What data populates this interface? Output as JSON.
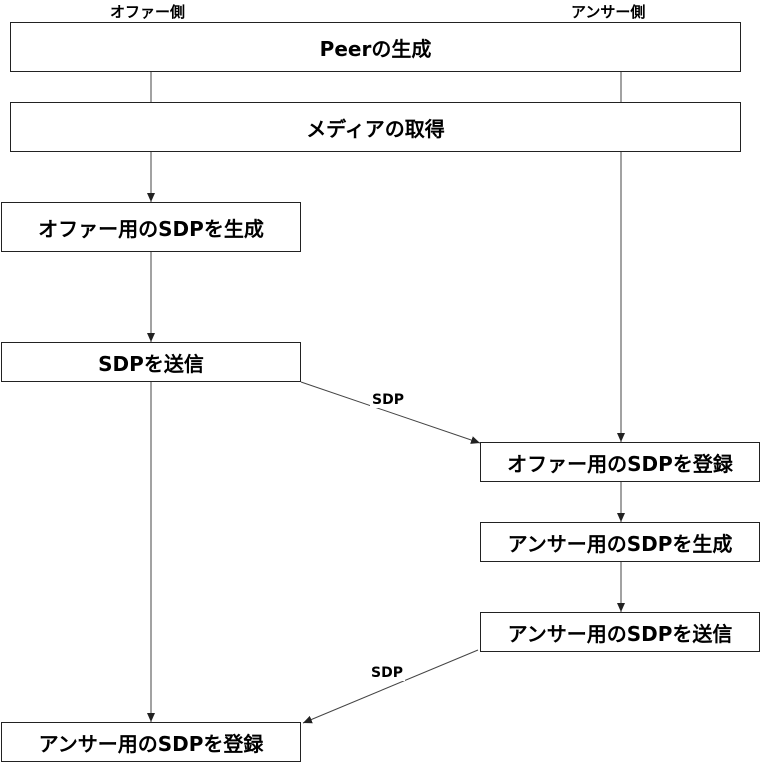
{
  "lanes": {
    "offer": "オファー側",
    "answer": "アンサー側"
  },
  "steps": {
    "peer_create": "Peerの生成",
    "get_media": "メディアの取得",
    "offer_create_sdp": "オファー用のSDPを生成",
    "offer_send_sdp": "SDPを送信",
    "answer_register_offer": "オファー用のSDPを登録",
    "answer_create_sdp": "アンサー用のSDPを生成",
    "answer_send_sdp": "アンサー用のSDPを送信",
    "offer_register_answer": "アンサー用のSDPを登録"
  },
  "edge_labels": {
    "sdp_to_answer": "SDP",
    "sdp_to_offer": "SDP"
  }
}
